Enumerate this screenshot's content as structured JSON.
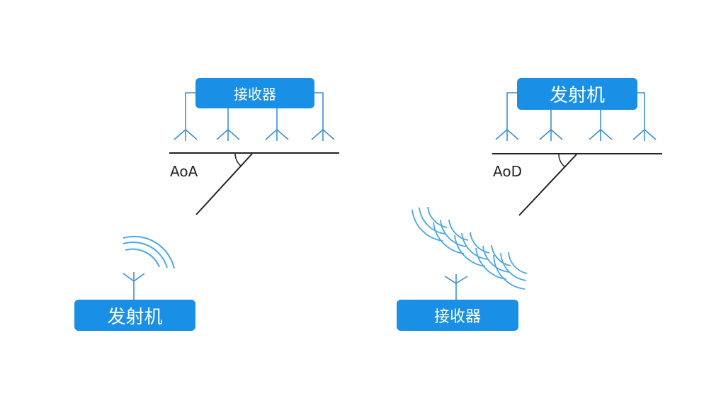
{
  "panels": {
    "left": {
      "top_box": "接收器",
      "bottom_box": "发射机",
      "angle_label": "AoA"
    },
    "right": {
      "top_box": "发射机",
      "bottom_box": "接收器",
      "angle_label": "AoD"
    }
  },
  "colors": {
    "box": "#1a8fe6",
    "wave": "#4aa8e8",
    "antenna": "#3d8fd6",
    "line": "#222222"
  },
  "icons": [
    "antenna-icon",
    "radio-wave-icon"
  ]
}
